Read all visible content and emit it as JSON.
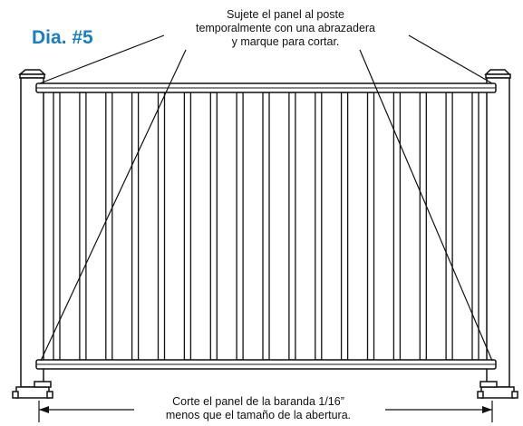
{
  "diagram": {
    "title": "Dia. #5",
    "title_color": "#1a7fc1",
    "top_note": {
      "lines": [
        "Sujete el panel al poste",
        "temporalmente con una abrazadera",
        "y marque para cortar."
      ]
    },
    "bottom_note": {
      "lines": [
        "Corte el panel de la baranda 1/16”",
        "menos que el tamaño de la abertura."
      ]
    },
    "baluster_count": 17
  }
}
